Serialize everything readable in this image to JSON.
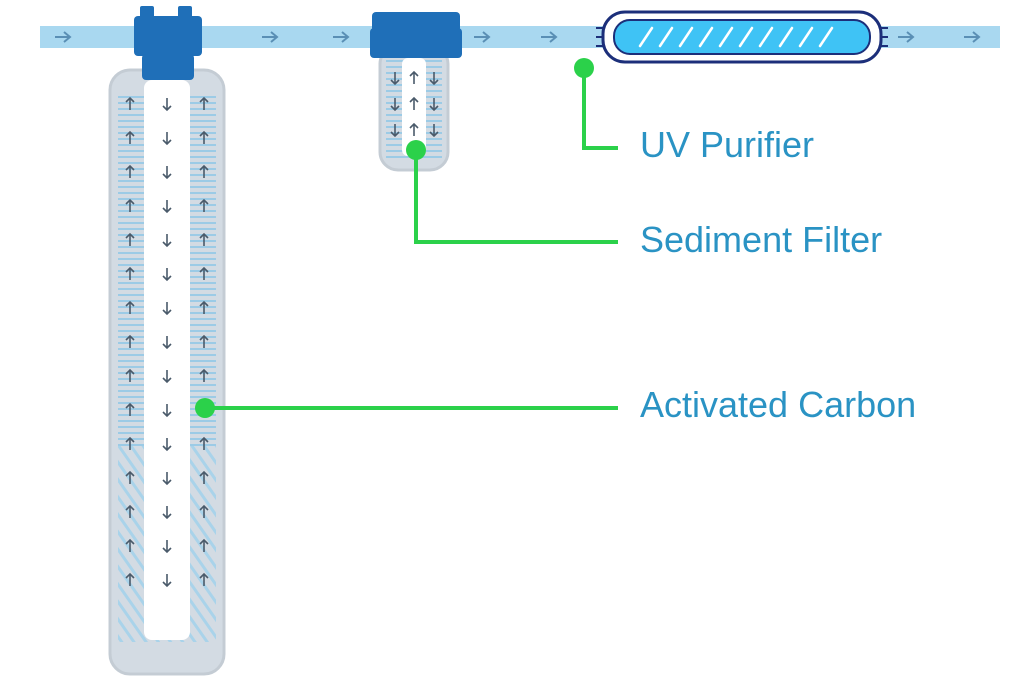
{
  "labels": {
    "uv_purifier": "UV Purifier",
    "sediment_filter": "Sediment Filter",
    "activated_carbon": "Activated Carbon"
  },
  "colors": {
    "pipe": "#a9d8f0",
    "pipe_arrow": "#5a8fb5",
    "cap": "#1f6fb8",
    "housing": "#cfd6de",
    "housing_stroke": "#c4ccd4",
    "media_stripes": "#8ec8e8",
    "core": "#ffffff",
    "flow_arrow": "#4a5a6a",
    "leader": "#2bd14a",
    "uv_tube": "#3fc3f5",
    "uv_outline": "#1c2f7a",
    "label_text": "#2a93c4"
  },
  "icons": [
    "flow-arrow-icon",
    "uv-lamp-icon"
  ]
}
